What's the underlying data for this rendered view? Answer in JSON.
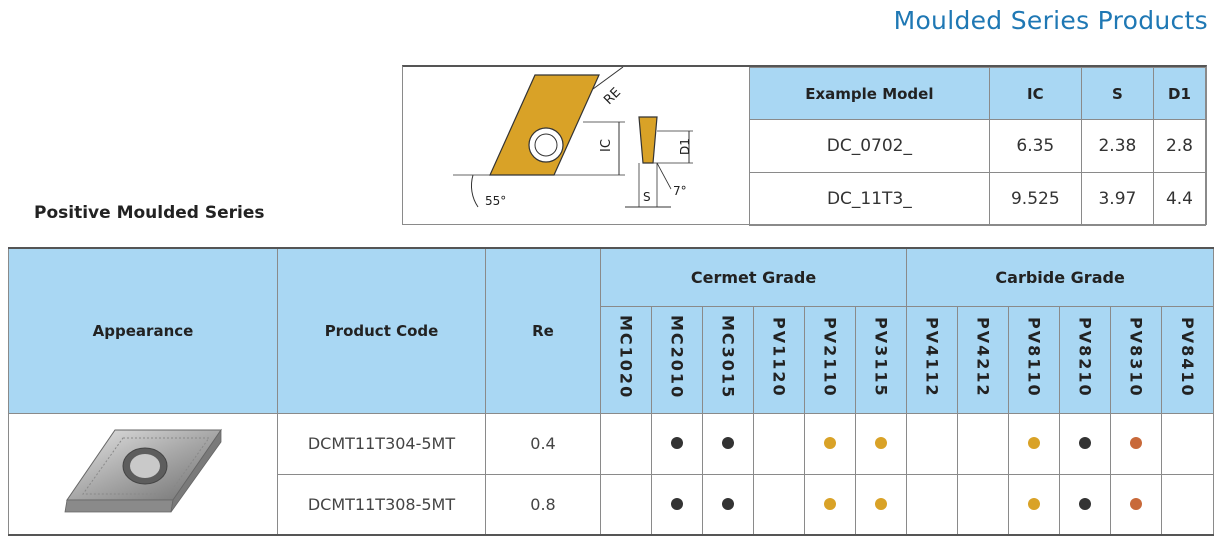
{
  "header": {
    "title": "Moulded Series Products"
  },
  "series": {
    "title": "Positive Moulded Series"
  },
  "diagram": {
    "re_label": "RE",
    "ic_label": "IC",
    "d1_label": "D1",
    "s_label": "S",
    "angle_label": "55°",
    "clearance_label": "7°"
  },
  "example": {
    "headers": [
      "Example Model",
      "IC",
      "S",
      "D1"
    ],
    "rows": [
      [
        "DC_0702_",
        "6.35",
        "2.38",
        "2.8"
      ],
      [
        "DC_11T3_",
        "9.525",
        "3.97",
        "4.4"
      ]
    ]
  },
  "table": {
    "appearance_header": "Appearance",
    "product_code_header": "Product Code",
    "re_header": "Re",
    "cermet_header": "Cermet Grade",
    "carbide_header": "Carbide Grade",
    "grades": [
      "MC1020",
      "MC2010",
      "MC3015",
      "PV1120",
      "PV2110",
      "PV3115",
      "PV4112",
      "PV4212",
      "PV8110",
      "PV8210",
      "PV8310",
      "PV8410"
    ],
    "rows": [
      {
        "code": "DCMT11T304-5MT",
        "re": "0.4",
        "marks": [
          "",
          "black",
          "black",
          "",
          "gold",
          "gold",
          "",
          "",
          "gold",
          "black",
          "copper",
          ""
        ]
      },
      {
        "code": "DCMT11T308-5MT",
        "re": "0.8",
        "marks": [
          "",
          "black",
          "black",
          "",
          "gold",
          "gold",
          "",
          "",
          "gold",
          "black",
          "copper",
          ""
        ]
      }
    ]
  },
  "colors": {
    "accent": "#1f78b4",
    "header_bg": "#a9d7f3",
    "black": "#333333",
    "gold": "#d9a227",
    "copper": "#c8693a"
  }
}
